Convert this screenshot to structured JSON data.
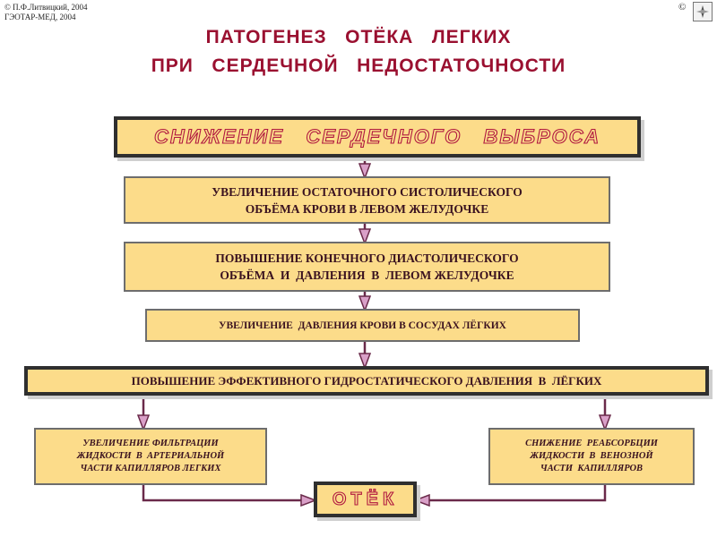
{
  "copyright": {
    "line1": "© П.Ф.Литвицкий, 2004",
    "line2": "ГЭОТАР-МЕД, 2004",
    "right_symbol": "©"
  },
  "nav_icon": "navigation-compass-icon",
  "title": {
    "line1": "ПАТОГЕНЕЗ   ОТЁКА   ЛЕГКИХ",
    "line2": "ПРИ   СЕРДЕЧНОЙ   НЕДОСТАТОЧНОСТИ"
  },
  "boxes": {
    "cardiac_output": "СНИЖЕНИЕ   СЕРДЕЧНОГО   ВЫБРОСА",
    "residual_volume": "УВЕЛИЧЕНИЕ ОСТАТОЧНОГО СИСТОЛИЧЕСКОГО\nОБЪЁМА КРОВИ В ЛЕВОМ ЖЕЛУДОЧКЕ",
    "diastolic_volume": "ПОВЫШЕНИЕ КОНЕЧНОГО ДИАСТОЛИЧЕСКОГО\nОБЪЁМА  И  ДАВЛЕНИЯ  В  ЛЕВОМ ЖЕЛУДОЧКЕ",
    "lung_vessel_pressure": "УВЕЛИЧЕНИЕ  ДАВЛЕНИЯ КРОВИ В СОСУДАХ ЛЁГКИХ",
    "hydrostatic_pressure": "ПОВЫШЕНИЕ ЭФФЕКТИВНОГО ГИДРОСТАТИЧЕСКОГО ДАВЛЕНИЯ  В  ЛЁГКИХ",
    "filtration": "УВЕЛИЧЕНИЕ ФИЛЬТРАЦИИ\nЖИДКОСТИ  В  АРТЕРИАЛЬНОЙ\nЧАСТИ КАПИЛЛЯРОВ ЛЕГКИХ",
    "reabsorption": "СНИЖЕНИЕ  РЕАБСОРБЦИИ\nЖИДКОСТИ  В  ВЕНОЗНОЙ\nЧАСТИ  КАПИЛЛЯРОВ",
    "edema": "ОТЁК"
  },
  "colors": {
    "box_fill": "#fcdc8a",
    "title": "#9a1030",
    "arrow_fill": "#d9a0c8",
    "arrow_line": "#6a2a4a"
  }
}
